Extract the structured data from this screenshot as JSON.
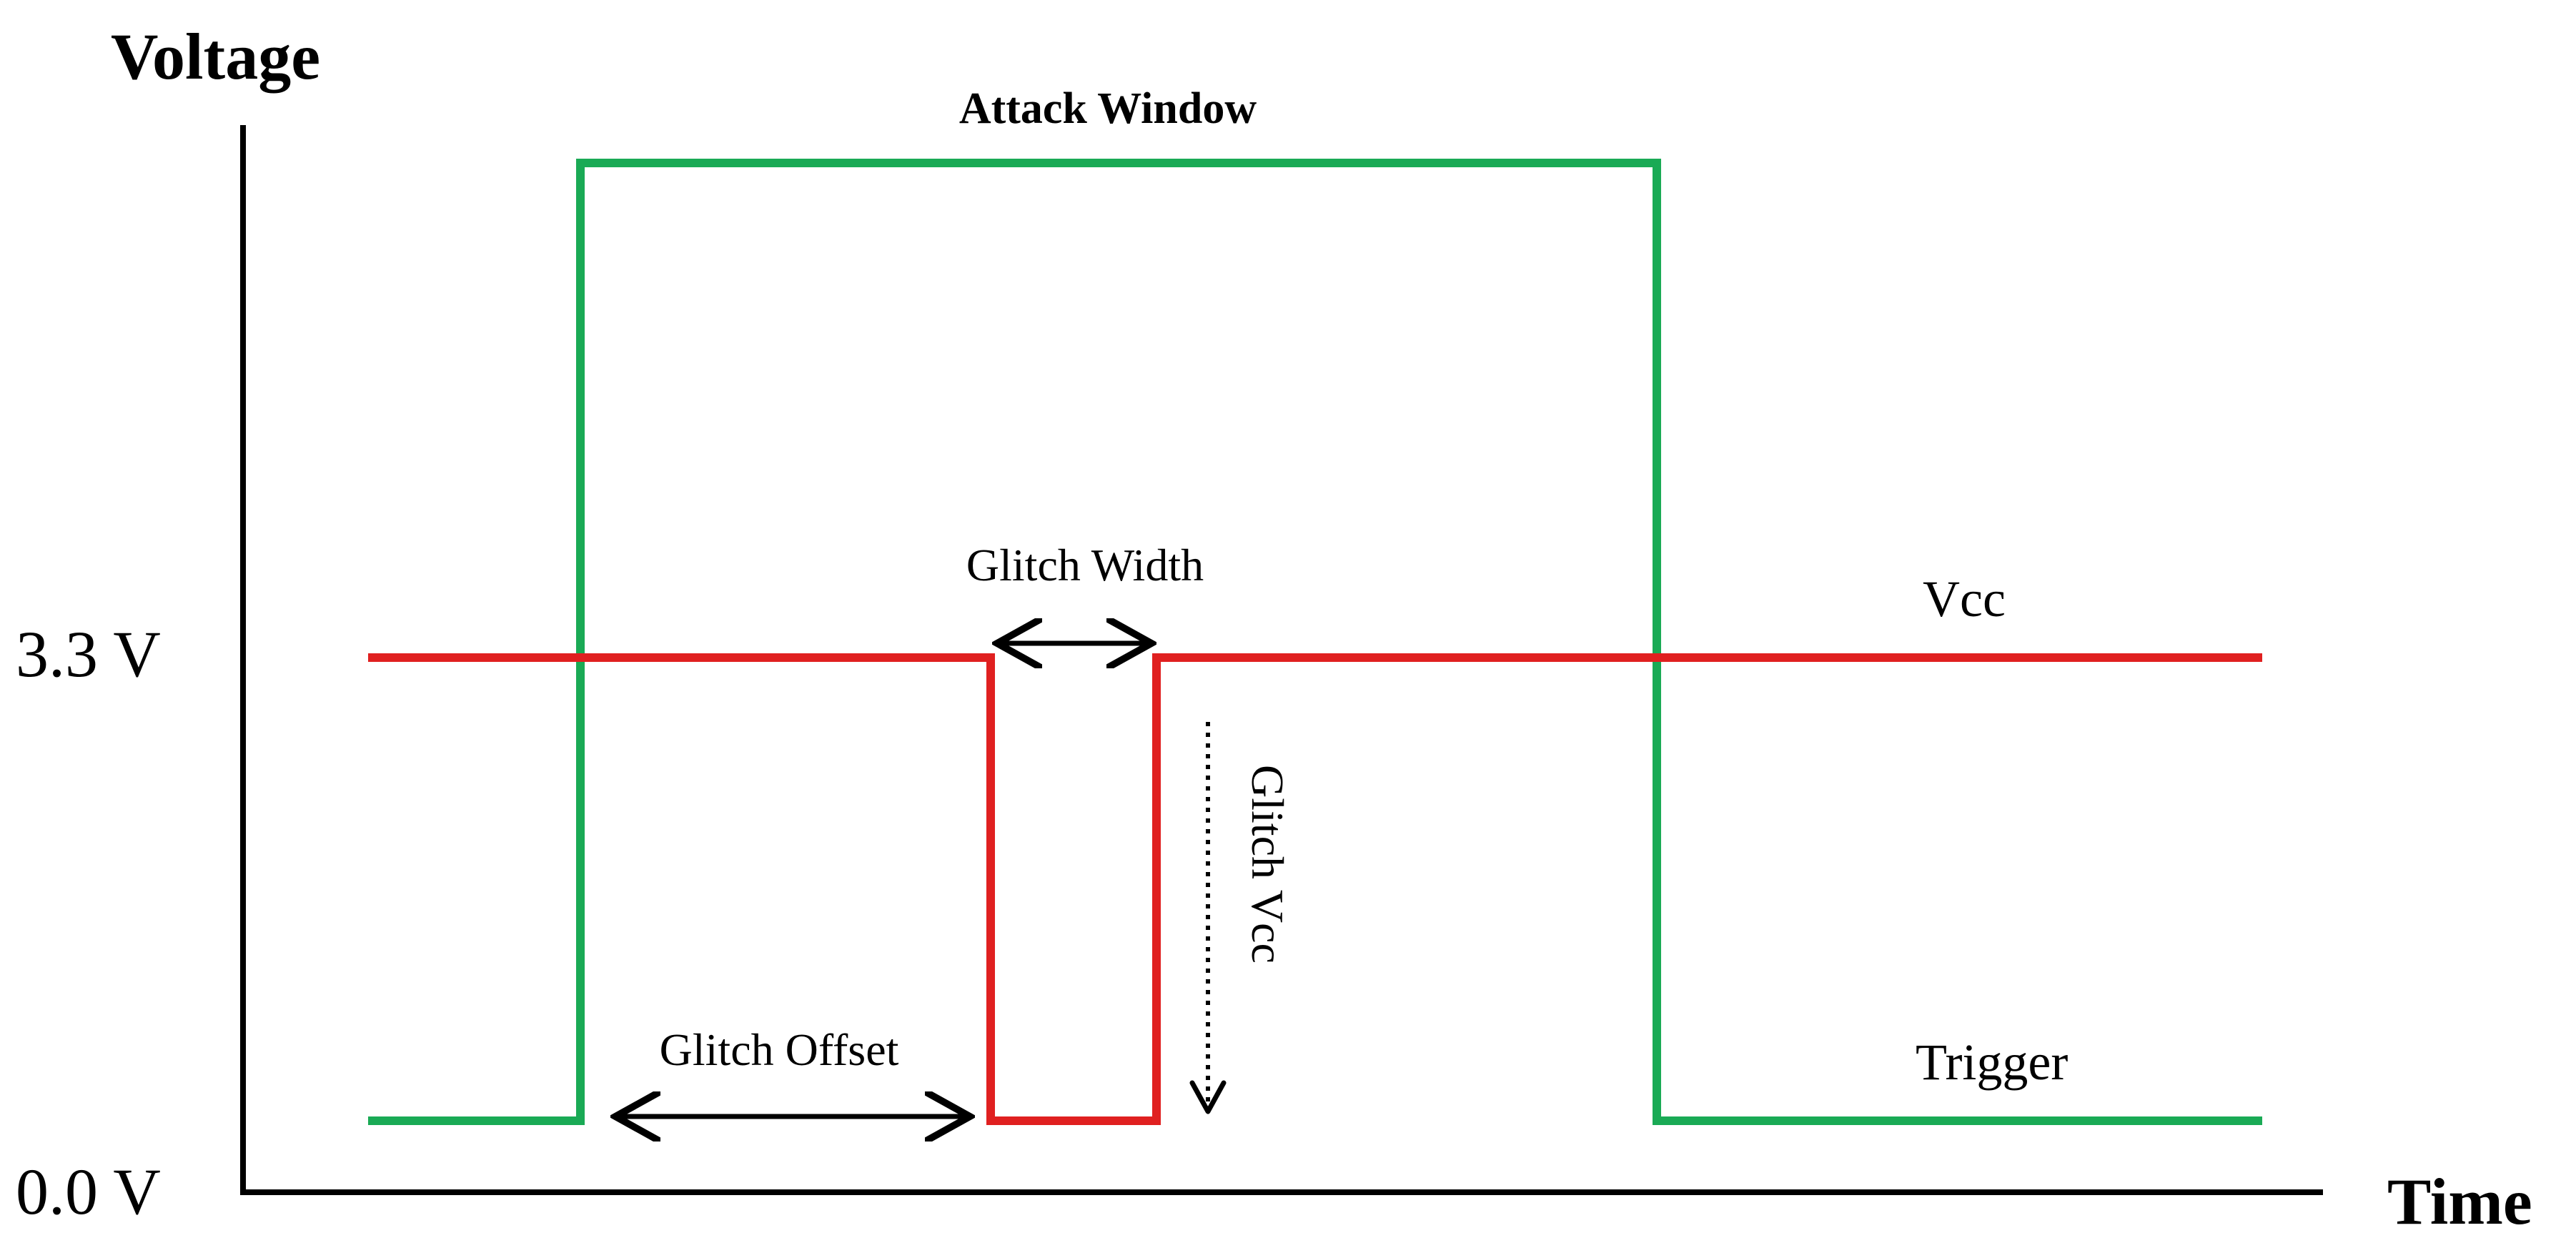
{
  "axes": {
    "y_label": "Voltage",
    "x_label": "Time",
    "level_high": "3.3 V",
    "level_low": "0.0 V"
  },
  "labels": {
    "attack_window": "Attack Window",
    "glitch_width": "Glitch Width",
    "glitch_offset": "Glitch Offset",
    "glitch_vcc": "Glitch Vcc",
    "vcc": "Vcc",
    "trigger": "Trigger"
  },
  "colors": {
    "trigger": "#1aaa55",
    "vcc": "#e02020",
    "axis": "#000000"
  }
}
